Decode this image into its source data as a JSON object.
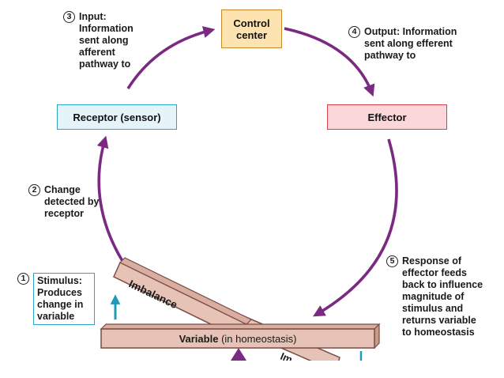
{
  "nodes": {
    "control_center": "Control center",
    "receptor": "Receptor (sensor)",
    "effector": "Effector"
  },
  "steps": {
    "step1": {
      "number": "1",
      "text": "Stimulus: Produces change in variable"
    },
    "step2": {
      "number": "2",
      "text": "Change detected by receptor"
    },
    "step3": {
      "number": "3",
      "text": "Input: Information sent along afferent pathway to"
    },
    "step4": {
      "number": "4",
      "text": "Output: Information sent along efferent pathway to"
    },
    "step5": {
      "number": "5",
      "text": "Response of effector feeds back to influence magnitude of stimulus and returns variable to homeostasis"
    }
  },
  "bars": {
    "imbalance": "Imbalance",
    "imbalance_lower": "Im",
    "variable_main": "Variable",
    "variable_sub": "(in homeostasis)"
  },
  "colors": {
    "arrow_purple": "#7b2a82",
    "control_fill": "#fde3b0",
    "control_border": "#c78a2a",
    "receptor_fill": "#e4f4f8",
    "receptor_border": "#2aa6c4",
    "effector_fill": "#fbd7d9",
    "effector_border": "#d6434f",
    "bar_fill": "#e6c3b6",
    "bar_border": "#7a4d44",
    "stimulus_arrow": "#1f9ab8"
  }
}
